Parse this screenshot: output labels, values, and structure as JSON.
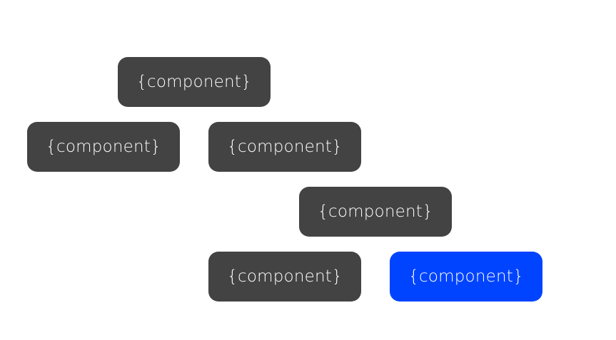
{
  "colors": {
    "background": "#ffffff",
    "node_default": "#434343",
    "node_active": "#0044ff",
    "text": "#ffffff"
  },
  "nodes": [
    {
      "label": "{component}",
      "state": "default"
    },
    {
      "label": "{component}",
      "state": "default"
    },
    {
      "label": "{component}",
      "state": "default"
    },
    {
      "label": "{component}",
      "state": "default"
    },
    {
      "label": "{component}",
      "state": "default"
    },
    {
      "label": "{component}",
      "state": "active"
    }
  ]
}
